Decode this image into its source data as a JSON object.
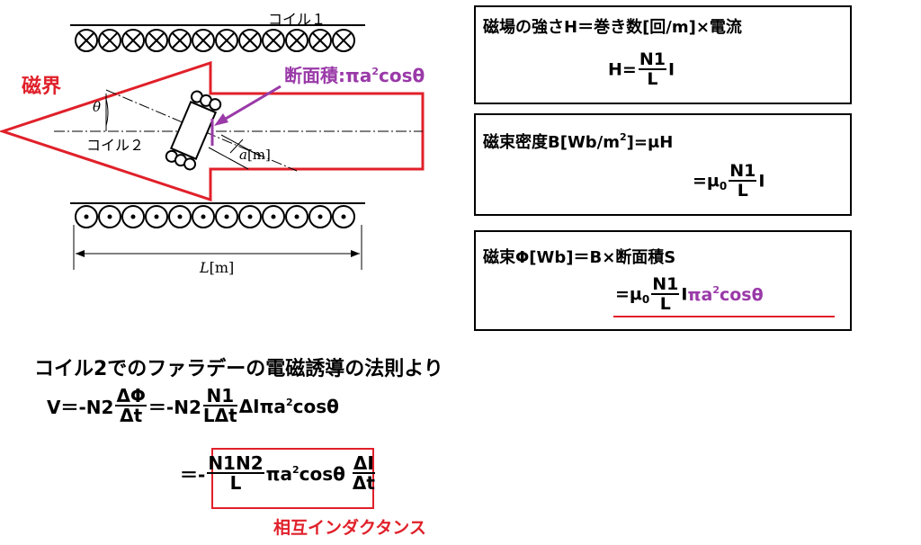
{
  "diagram": {
    "coil1_label": "コイル１",
    "coil2_label": "コイル２",
    "theta_label": "θ",
    "a_label": "a",
    "a_unit": "[m]",
    "L_label": "L",
    "L_unit": "[m]",
    "field_label": "磁界",
    "area_label": "断面積:πa",
    "area_sup": "2",
    "area_tail": "cosθ"
  },
  "box1": {
    "line1": "磁場の強さH＝巻き数[回/m]×電流",
    "lhs": "H=",
    "num": "N1",
    "den": "L",
    "tail": "I"
  },
  "box2": {
    "line1a": "磁束密度B[Wb/m",
    "line1sup": "2",
    "line1b": "]=μH",
    "eq": "=μ",
    "sub": "0",
    "num": "N1",
    "den": "L",
    "tail": "I"
  },
  "box3": {
    "line1": "磁束Φ[Wb]＝B×断面積S",
    "eq": "=μ",
    "sub": "0",
    "num": "N1",
    "den": "L",
    "tail": "I",
    "area": "πa",
    "area_sup": "2",
    "area_tail": "cosθ"
  },
  "derivation": {
    "heading": "コイル2でのファラデーの電磁誘導の法則より",
    "l1_lhs": "V＝-N2",
    "l1_f1_num": "ΔΦ",
    "l1_f1_den": "Δt",
    "l1_mid": "＝-N2",
    "l1_f2_num": "N1",
    "l1_f2_den": "LΔt",
    "l1_tail": "ΔIπa",
    "l1_sup": "2",
    "l1_tail2": "cosθ",
    "l2_lhs": "＝-",
    "l2_f1_num": "N1N2",
    "l2_f1_den": "L",
    "l2_mid": "πa",
    "l2_sup": "2",
    "l2_mid2": "cosθ",
    "l2_f2_num": "ΔI",
    "l2_f2_den": "Δt",
    "mutual_label": "相互インダクタンス"
  }
}
